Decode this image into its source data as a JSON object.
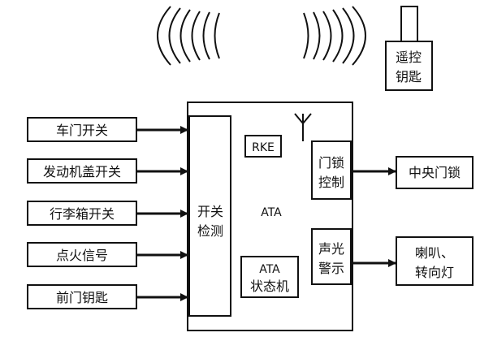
{
  "remote_key": {
    "label_line1": "遥控",
    "label_line2": "钥匙"
  },
  "inputs": [
    {
      "label": "车门开关"
    },
    {
      "label": "发动机盖开关"
    },
    {
      "label": "行李箱开关"
    },
    {
      "label": "点火信号"
    },
    {
      "label": "前门钥匙"
    }
  ],
  "ata_module": {
    "label": "ATA",
    "switch_detect": {
      "line1": "开关",
      "line2": "检测"
    },
    "rke": {
      "label": "RKE"
    },
    "lock_control": {
      "line1": "门锁",
      "line2": "控制"
    },
    "alarm": {
      "line1": "声光",
      "line2": "警示"
    },
    "state_machine": {
      "line1": "ATA",
      "line2": "状态机"
    }
  },
  "outputs": {
    "central_lock": {
      "label": "中央门锁"
    },
    "horn_turn": {
      "line1": "喇叭、",
      "line2": "转向灯"
    }
  },
  "colors": {
    "stroke": "#111111",
    "background": "#ffffff"
  }
}
